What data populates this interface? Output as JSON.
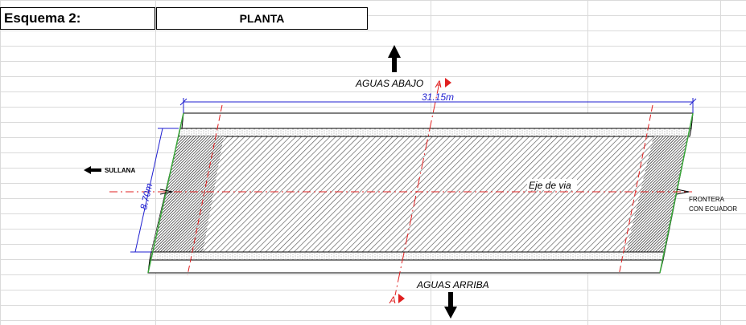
{
  "sheet": {
    "scheme_label": "Esquema 2:",
    "view_label": "PLANTA"
  },
  "drawing": {
    "downstream_label": "AGUAS ABAJO",
    "upstream_label": "AGUAS ARRIBA",
    "width_dimension": "31.15m",
    "height_dimension": "8.70m",
    "axis_label": "Eje de via",
    "left_direction": "SULLANA",
    "right_direction_line1": "FRONTERA",
    "right_direction_line2": "CON ECUADOR",
    "section_marker": "A",
    "colors": {
      "dimension": "#1f1fd0",
      "axis": "#e02020",
      "abutment_edge": "#3aa83a",
      "ink": "#000000"
    }
  }
}
